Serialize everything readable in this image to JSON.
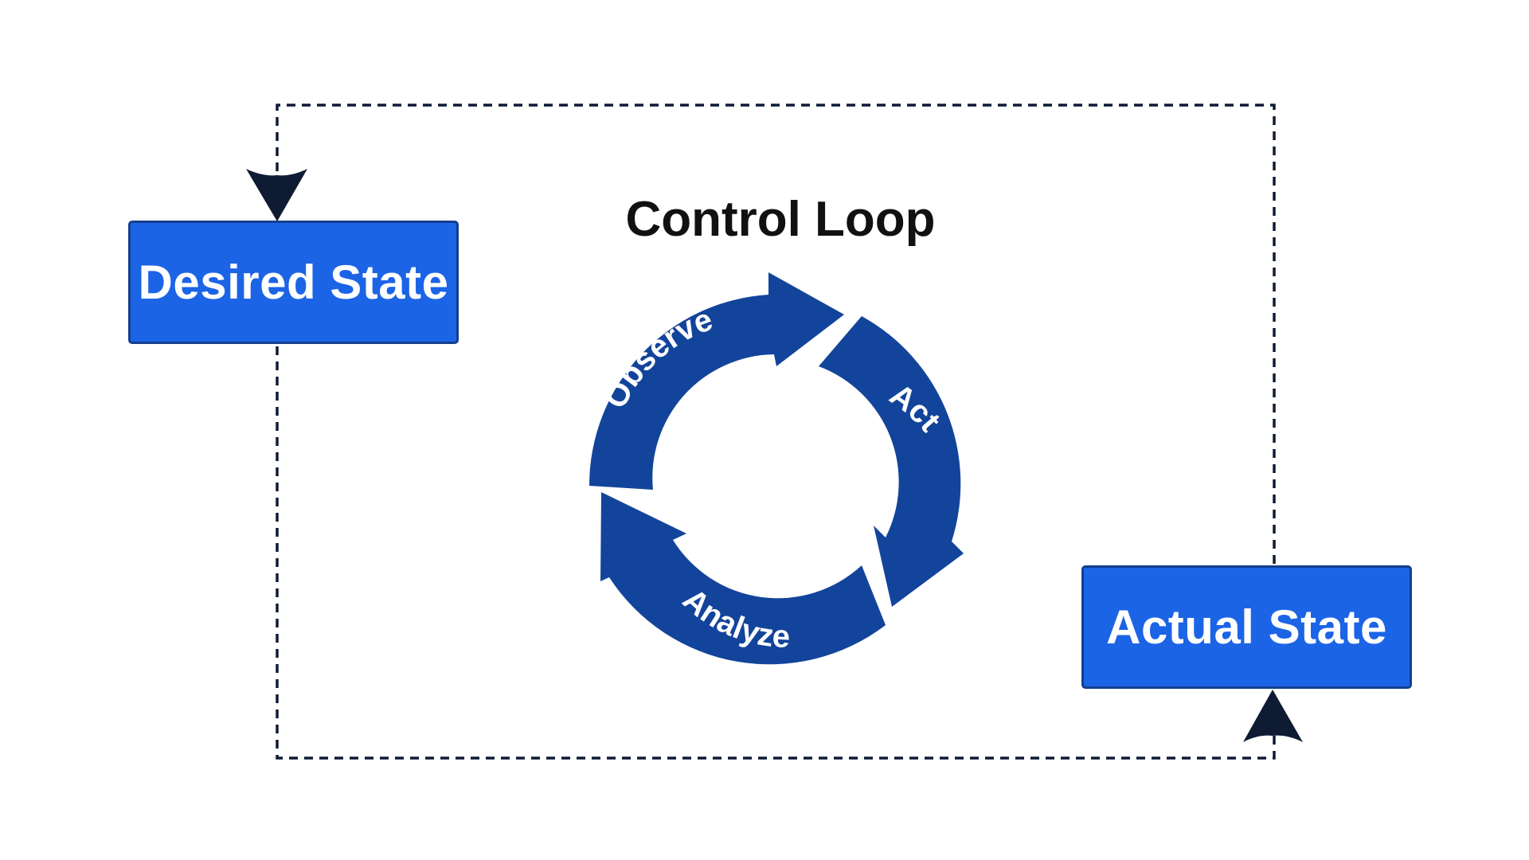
{
  "title": "Control Loop",
  "desired_state": {
    "label": "Desired State"
  },
  "actual_state": {
    "label": "Actual State"
  },
  "cycle": {
    "observe": "Observe",
    "act": "Act",
    "analyze": "Analyze"
  },
  "colors": {
    "box_fill": "#1c64e6",
    "box_border": "#123f8f",
    "cycle_fill": "#13449b",
    "line": "#0e1b33",
    "text_dark": "#111111",
    "text_light": "#ffffff"
  }
}
